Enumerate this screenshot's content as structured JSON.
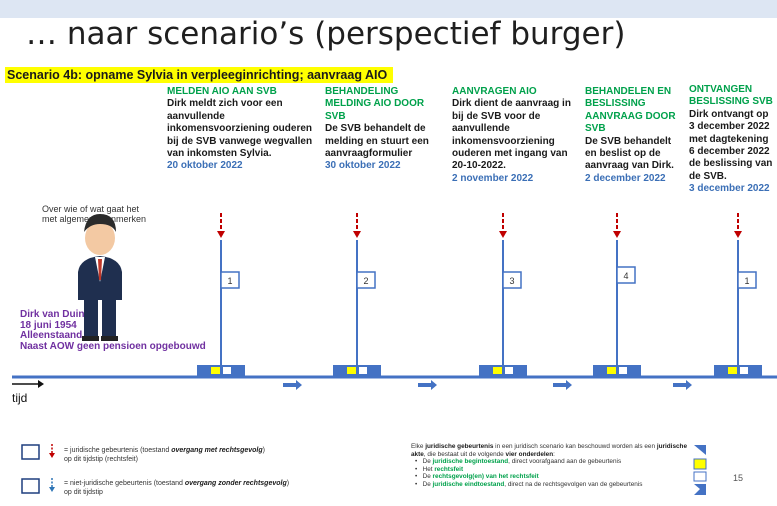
{
  "slide_title": "… naar scenario’s (perspectief burger)",
  "scenario_title": "Scenario 4b: opname Sylvia in verpleeginrichting; aanvraag AIO",
  "events": [
    {
      "head": "MELDEN AIO AAN SVB",
      "body": "Dirk meldt zich voor een aanvullende inkomensvoorziening ouderen bij de SVB vanwege wegvallen van inkomsten Sylvia.",
      "date": "20 oktober 2022",
      "box_label": "1"
    },
    {
      "head": "BEHANDELING MELDING AIO DOOR SVB",
      "body": "De SVB behandelt de melding en stuurt een aanvraagformulier",
      "date": "30 oktober 2022",
      "box_label": "2"
    },
    {
      "head": "AANVRAGEN AIO",
      "body": "Dirk dient de aanvraag in bij de SVB voor de aanvullende inkomensvoorziening ouderen met ingang van 20-10-2022.",
      "date": "2 november 2022",
      "box_label": "3"
    },
    {
      "head": "BEHANDELEN EN BESLISSING AANVRAAG DOOR SVB",
      "body": "De SVB behandelt en beslist op de aanvraag van Dirk.",
      "date": "2 december 2022",
      "box_label": "4"
    },
    {
      "head": "ONTVANGEN BESLISSING SVB",
      "body": "Dirk ontvangt op 3 december 2022 met dagtekening 6 december 2022 de beslissing van de SVB.",
      "date": "3 december 2022",
      "box_label": "1"
    }
  ],
  "person": {
    "caption_line1": "Over wie of wat gaat het",
    "caption_line2": "met algemene kenmerken",
    "name": "Dirk van Duin",
    "birth": "18 juni 1954",
    "status": "Alleenstaand",
    "pension": "Naast AOW geen pensioen opgebouwd"
  },
  "axis_label": "tijd",
  "legend": {
    "row1_a": "= juridische gebeurtenis (toestand ",
    "row1_b": "overgang met rechtsgevolg",
    "row1_c": ")",
    "row1_line2": "op dit tijdstip (rechtsfeit)",
    "row2_a": "= niet-juridische gebeurtenis (toestand ",
    "row2_b": "overgang zonder rechtsgevolg",
    "row2_c": ")",
    "row2_line2": "op dit tijdstip",
    "note_a": "Elke ",
    "note_b": "juridische gebeurtenis",
    "note_c": " in een juridisch scenario kan beschouwd worden als een ",
    "note_d": "juridische akte",
    "note_e": ", die bestaat uit de volgende ",
    "note_f": "vier onderdelen",
    "note_g": ":",
    "bullet1_a": "De ",
    "bullet1_b": "juridische begintoestand",
    "bullet1_c": ", direct voorafgaand aan de gebeurtenis",
    "bullet2_a": "Het ",
    "bullet2_b": "rechtsfeit",
    "bullet3_a": "De ",
    "bullet3_b": "rechtsgevolg(en) van het rechtsfeit",
    "bullet4_a": "De ",
    "bullet4_b": "juridische eindtoestand",
    "bullet4_c": ", direct na de rechtsgevolgen van de gebeurtenis"
  },
  "page_number": "15",
  "colors": {
    "timeline": "#4472c4",
    "event_head": "#00a14b",
    "date": "#3b6fb6",
    "person": "#7030a0",
    "arrow_red": "#c00000",
    "highlight": "#ffff00"
  }
}
